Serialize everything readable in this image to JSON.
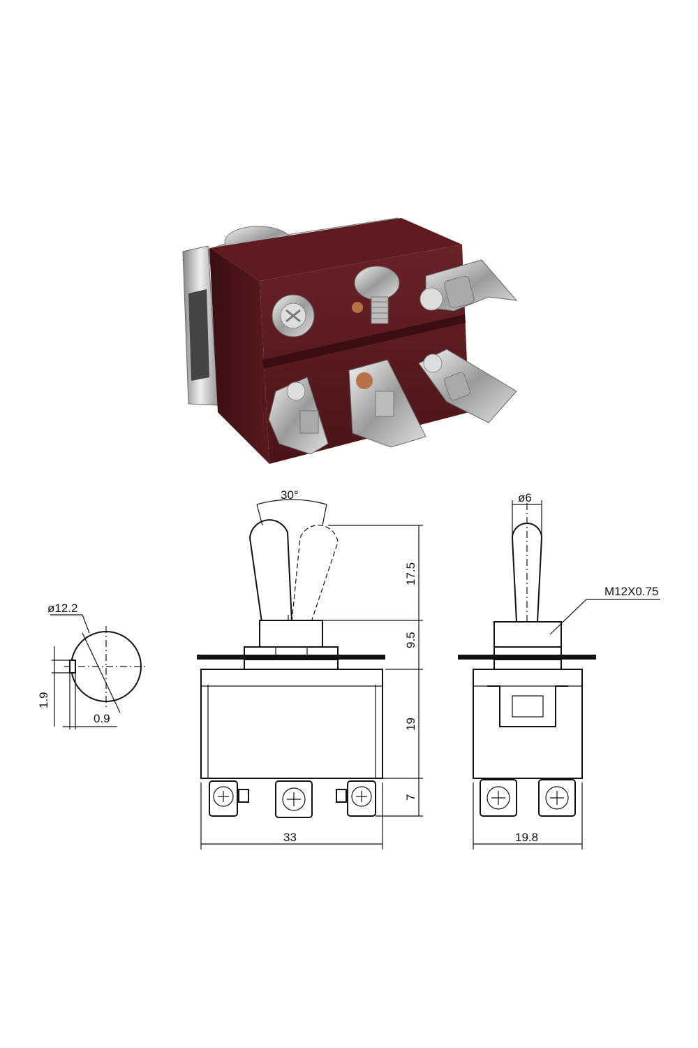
{
  "dimensions": {
    "angle": "30°",
    "lever_height": "17.5",
    "bushing_height": "9.5",
    "body_height": "19",
    "terminal_height": "7",
    "body_width": "33",
    "side_width": "19.8",
    "lever_diameter": "ø6",
    "thread": "M12X0.75",
    "hole_diameter": "ø12.2",
    "key_height": "1.9",
    "key_width": "0.9"
  },
  "colors": {
    "housing": "#5a1a1e",
    "housing_dark": "#3e1014",
    "metal": "#c9c9c9",
    "line": "#111111"
  }
}
